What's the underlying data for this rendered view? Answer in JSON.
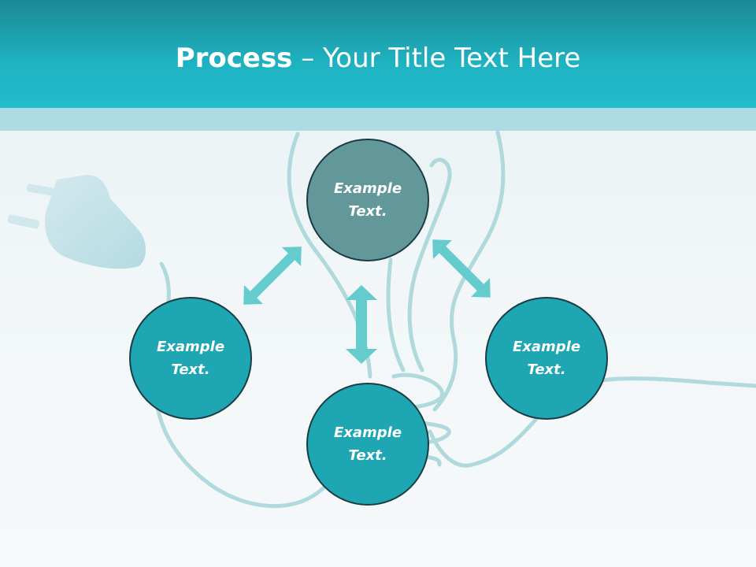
{
  "header": {
    "title_bold": "Process",
    "title_rest": " – Your Title Text Here"
  },
  "colors": {
    "header": "#1fb3c2",
    "node_fill": "#1ea6b3",
    "node_center_fill": "#63989a",
    "arrow": "#64cccd",
    "wire": "#a9d6da"
  },
  "diagram": {
    "nodes": [
      {
        "id": "top",
        "label": "Example\nText."
      },
      {
        "id": "left",
        "label": "Example\nText."
      },
      {
        "id": "bottom",
        "label": "Example\nText."
      },
      {
        "id": "right",
        "label": "Example\nText."
      }
    ],
    "icons": [
      "plug-icon",
      "light-bulb-wire-icon"
    ]
  }
}
